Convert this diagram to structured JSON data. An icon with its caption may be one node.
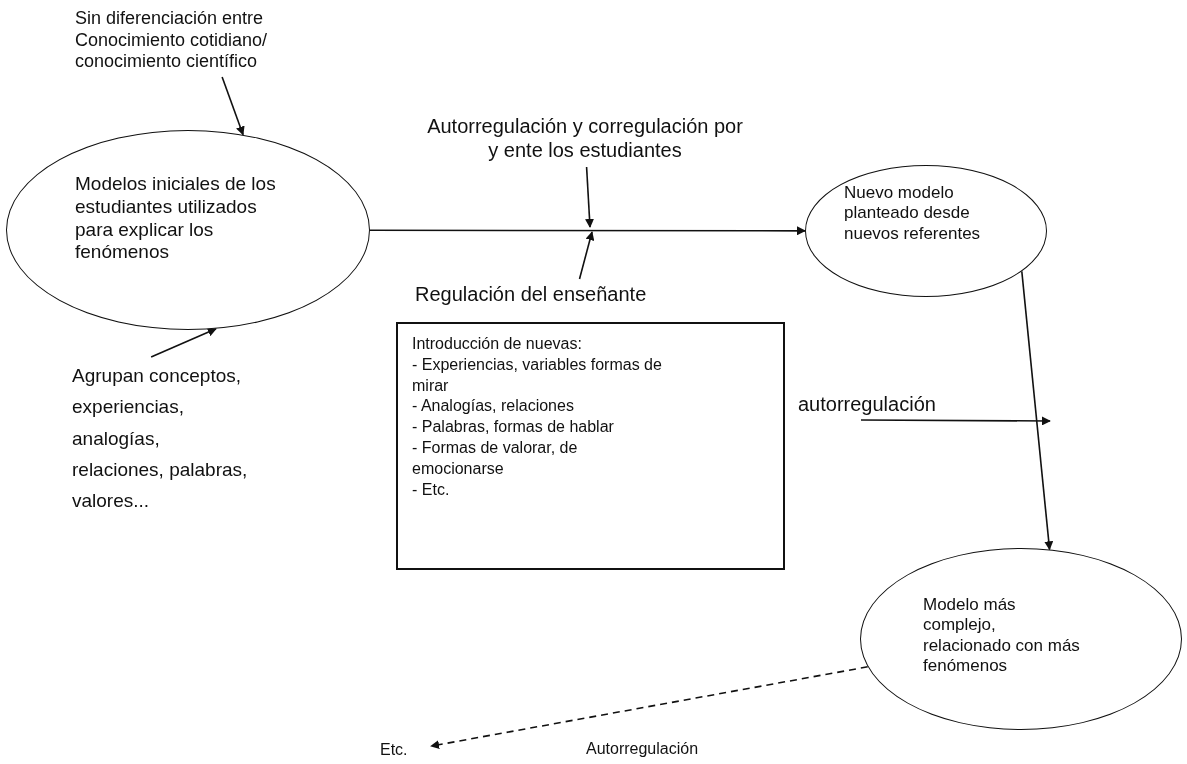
{
  "diagram": {
    "nodes": [
      {
        "text": [
          "Sin diferenciación entre Conocimiento cotidiano/ conocimiento científico"
        ]
      },
      {
        "text": [
          "Modelos iniciales de los estudiantes utilizados para explicar los fenómenos"
        ]
      },
      {
        "text": [
          "Autorregulación y corregulación por y ente los estudiantes"
        ]
      },
      {
        "text": [
          "Regulación del enseñante"
        ]
      },
      {
        "text": [
          "Introducción de nuevas:",
          "- Experiencias, variables formas de mirar",
          "- Analogías, relaciones",
          "- Palabras, formas de hablar",
          "- Formas de valorar, de emocionarse",
          "- Etc."
        ]
      },
      {
        "text": [
          "Agrupan conceptos, experiencias, analogías, relaciones, palabras, valores..."
        ]
      },
      {
        "text": [
          "Nuevo modelo planteado desde nuevos referentes"
        ]
      },
      {
        "text": [
          "autorregulación"
        ]
      },
      {
        "text": [
          "Modelo más complejo, relacionado con más fenómenos"
        ]
      },
      {
        "text": [
          "Etc."
        ]
      }
    ],
    "edges": [
      {
        "from": 0,
        "to": 1,
        "arrow": "to"
      },
      {
        "from": 1,
        "to": 6,
        "arrow": "to"
      },
      {
        "from": 2,
        "to": null,
        "arrow": "to"
      },
      {
        "from": 3,
        "to": null,
        "arrow": "to"
      },
      {
        "from": 5,
        "to": 1,
        "arrow": "to"
      },
      {
        "from": 7,
        "to": null,
        "arrow": "to"
      },
      {
        "from": 6,
        "to": 8,
        "arrow": "to"
      },
      {
        "from": 8,
        "to": 9,
        "arrow": "to",
        "style": "dashed"
      }
    ],
    "labels": [
      "Autorregulación"
    ]
  }
}
